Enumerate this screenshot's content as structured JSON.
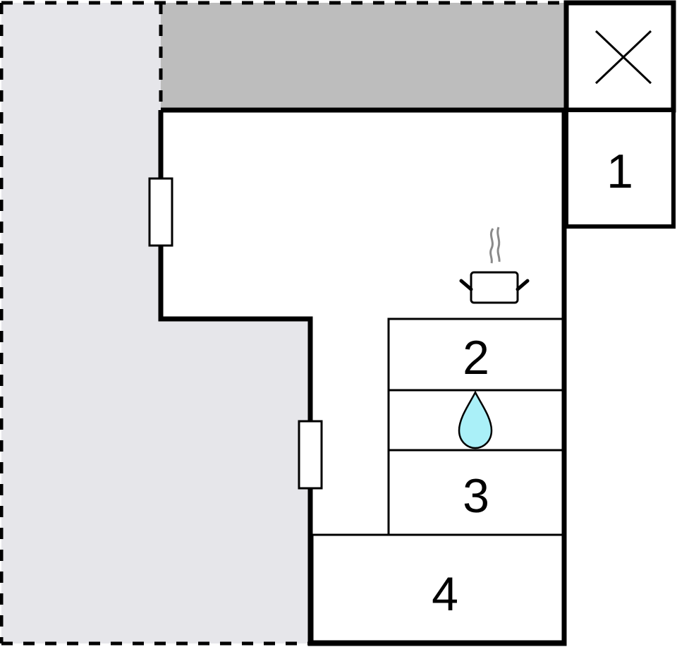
{
  "diagram": {
    "type": "floor-plan",
    "colors": {
      "outdoor_area": "#e6e6ea",
      "covered_area": "#bdbdbd",
      "wall": "#000000",
      "room_fill": "#ffffff",
      "water_drop": "#aaf0f8",
      "steam": "#8a8a8a"
    },
    "rooms": [
      {
        "id": "x-room",
        "label": "",
        "icon": "cross-icon"
      },
      {
        "id": "room-1",
        "label": "1"
      },
      {
        "id": "room-2",
        "label": "2"
      },
      {
        "id": "bathroom",
        "label": "",
        "icon": "water-drop-icon"
      },
      {
        "id": "room-3",
        "label": "3"
      },
      {
        "id": "room-4",
        "label": "4"
      }
    ],
    "symbols": [
      {
        "name": "kitchen-pot-icon",
        "meaning": "kitchen"
      },
      {
        "name": "water-drop-icon",
        "meaning": "bathroom"
      },
      {
        "name": "cross-icon",
        "meaning": "unavailable/closed"
      }
    ],
    "doors": 2
  }
}
